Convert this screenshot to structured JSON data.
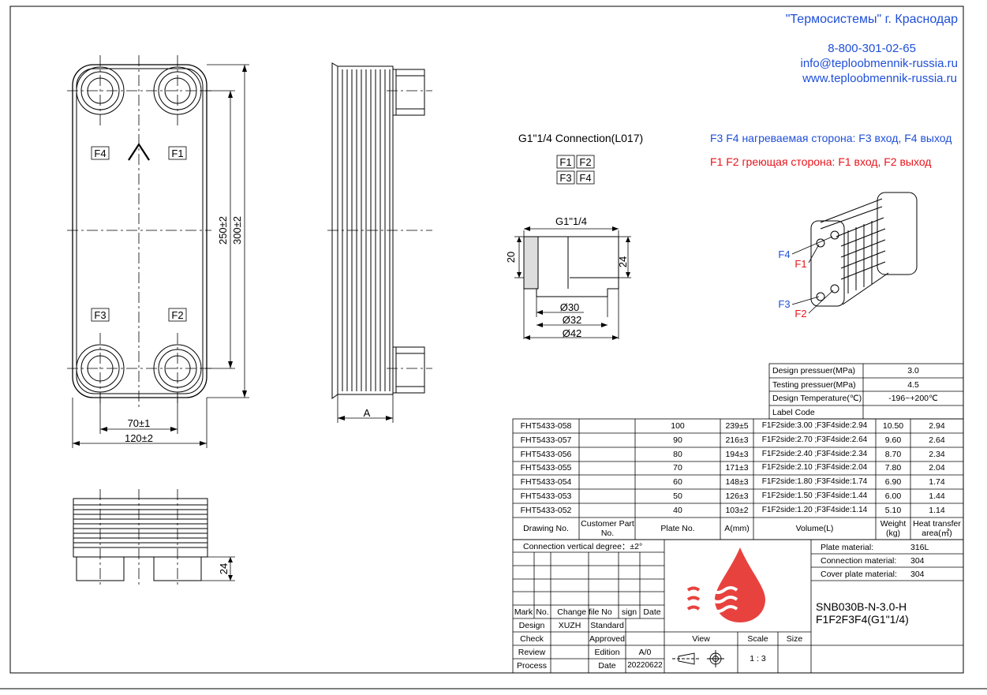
{
  "company": {
    "name": "\"Термосистемы\" г. Краснодар",
    "phone": "8-800-301-02-65",
    "email": "info@teploobmennik-russia.ru",
    "website": "www.teploobmennik-russia.ru"
  },
  "notes": {
    "connection_title": "G1\"1/4 Connection(L017)",
    "f3f4_side": "F3 F4 нагреваемая сторона: F3  вход, F4 выход",
    "f1f2_side": "F1 F2 греющая сторона: F1  вход, F2 выход"
  },
  "ports": {
    "f1": "F1",
    "f2": "F2",
    "f3": "F3",
    "f4": "F4"
  },
  "dims": {
    "d250": "250±2",
    "d300": "300±2",
    "d70": "70±1",
    "d120": "120±2",
    "dA": "A",
    "d24_bottom": "24",
    "thread": "G1\"1/4",
    "d20": "20",
    "d24": "24",
    "phi30": "Ø30",
    "phi32": "Ø32",
    "phi42": "Ø42"
  },
  "iso_labels": {
    "f4": "F4",
    "f1": "F1",
    "f3": "F3",
    "f2": "F2"
  },
  "spec": [
    {
      "label": "Design pressuer(MPa)",
      "value": "3.0"
    },
    {
      "label": "Testing pressuer(MPa)",
      "value": "4.5"
    },
    {
      "label": "Design Temperature(℃)",
      "value": "-196~+200℃"
    },
    {
      "label": "Label Code",
      "value": ""
    }
  ],
  "models": {
    "headers": {
      "drawing": "Drawing No.",
      "customer": "Customer Part No.",
      "plate": "Plate No.",
      "a": "A(mm)",
      "volume": "Volume(L)",
      "weight": "Weight (kg)",
      "area": "Heat transfer area(㎡)"
    },
    "rows": [
      {
        "drawing": "FHT5433-058",
        "customer": "",
        "plates": "100",
        "a": "239±5",
        "volume": "F1F2side:3.00 ;F3F4side:2.94",
        "weight": "10.50",
        "area": "2.94"
      },
      {
        "drawing": "FHT5433-057",
        "customer": "",
        "plates": "90",
        "a": "216±3",
        "volume": "F1F2side:2.70 ;F3F4side:2.64",
        "weight": "9.60",
        "area": "2.64"
      },
      {
        "drawing": "FHT5433-056",
        "customer": "",
        "plates": "80",
        "a": "194±3",
        "volume": "F1F2side:2.40 ;F3F4side:2.34",
        "weight": "8.70",
        "area": "2.34"
      },
      {
        "drawing": "FHT5433-055",
        "customer": "",
        "plates": "70",
        "a": "171±3",
        "volume": "F1F2side:2.10 ;F3F4side:2.04",
        "weight": "7.80",
        "area": "2.04"
      },
      {
        "drawing": "FHT5433-054",
        "customer": "",
        "plates": "60",
        "a": "148±3",
        "volume": "F1F2side:1.80 ;F3F4side:1.74",
        "weight": "6.90",
        "area": "1.74"
      },
      {
        "drawing": "FHT5433-053",
        "customer": "",
        "plates": "50",
        "a": "126±3",
        "volume": "F1F2side:1.50 ;F3F4side:1.44",
        "weight": "6.00",
        "area": "1.44"
      },
      {
        "drawing": "FHT5433-052",
        "customer": "",
        "plates": "40",
        "a": "103±2",
        "volume": "F1F2side:1.20 ;F3F4side:1.14",
        "weight": "5.10",
        "area": "1.14"
      }
    ]
  },
  "title_block": {
    "connection_degree": "Connection vertical degree：±2°",
    "mark": "Mark",
    "no": "No.",
    "change_file": "Change file No",
    "sign": "sign",
    "date_col": "Date",
    "design": "Design",
    "designer": "XUZH",
    "standard": "Standard",
    "check": "Check",
    "approved": "Approved",
    "review": "Review",
    "edition_label": "Edition",
    "edition": "A/0",
    "process": "Process",
    "date_label": "Date",
    "date": "20220622",
    "view": "View",
    "scale_label": "Scale",
    "scale": "1 : 3",
    "size": "Size",
    "plate_material_label": "Plate material:",
    "plate_material": "316L",
    "connection_material_label": "Connection material:",
    "connection_material": "304",
    "cover_material_label": "Cover plate material:",
    "cover_material": "304",
    "model_line1": "SNB030B-N-3.0-H",
    "model_line2": "F1F2F3F4(G1\"1/4)"
  },
  "colors": {
    "blue": "#1f4fd8",
    "red": "#e8141b",
    "logo": "#e8423f"
  }
}
